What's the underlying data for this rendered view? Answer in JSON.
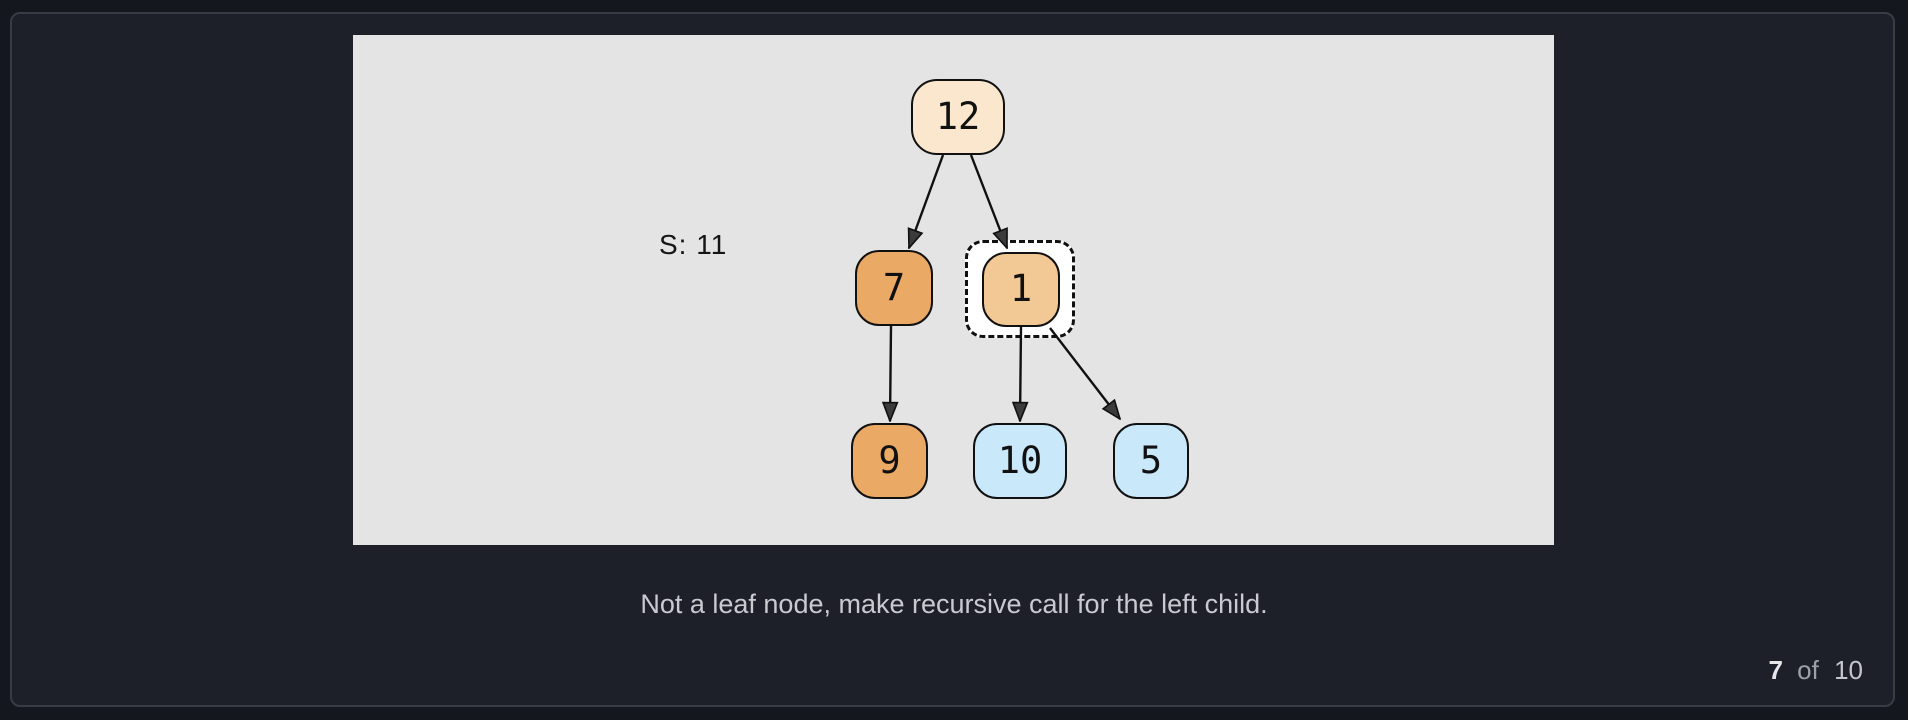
{
  "app": {
    "theme": {
      "outer_bg": "#15171e",
      "panel_bg": "#1e2029",
      "panel_border": "#393c45",
      "stage_bg": "#e5e4e4",
      "edge_color": "#111111",
      "arrowhead_fill": "#3b3b3b",
      "highlight_border": "#111111",
      "highlight_bg": "#ffffff"
    }
  },
  "stage": {
    "sum_label": "S: 11",
    "tree": {
      "nodes": [
        {
          "id": "root",
          "label": "12",
          "fill": "#fae7cd"
        },
        {
          "id": "left",
          "label": "7",
          "fill": "#eba966"
        },
        {
          "id": "right",
          "label": "1",
          "fill": "#f2c895"
        },
        {
          "id": "left-left",
          "label": "9",
          "fill": "#eba966"
        },
        {
          "id": "right-left",
          "label": "10",
          "fill": "#c9e8fa"
        },
        {
          "id": "right-right",
          "label": "5",
          "fill": "#c9e8fa"
        }
      ],
      "edges": [
        {
          "from": "12",
          "to": "7"
        },
        {
          "from": "12",
          "to": "1"
        },
        {
          "from": "7",
          "to": "9"
        },
        {
          "from": "1",
          "to": "10"
        },
        {
          "from": "1",
          "to": "5"
        }
      ],
      "highlighted_node": "1"
    }
  },
  "caption": "Not a leaf node, make recursive call for the left child.",
  "pagination": {
    "current": "7",
    "separator": "of",
    "total": "10"
  }
}
